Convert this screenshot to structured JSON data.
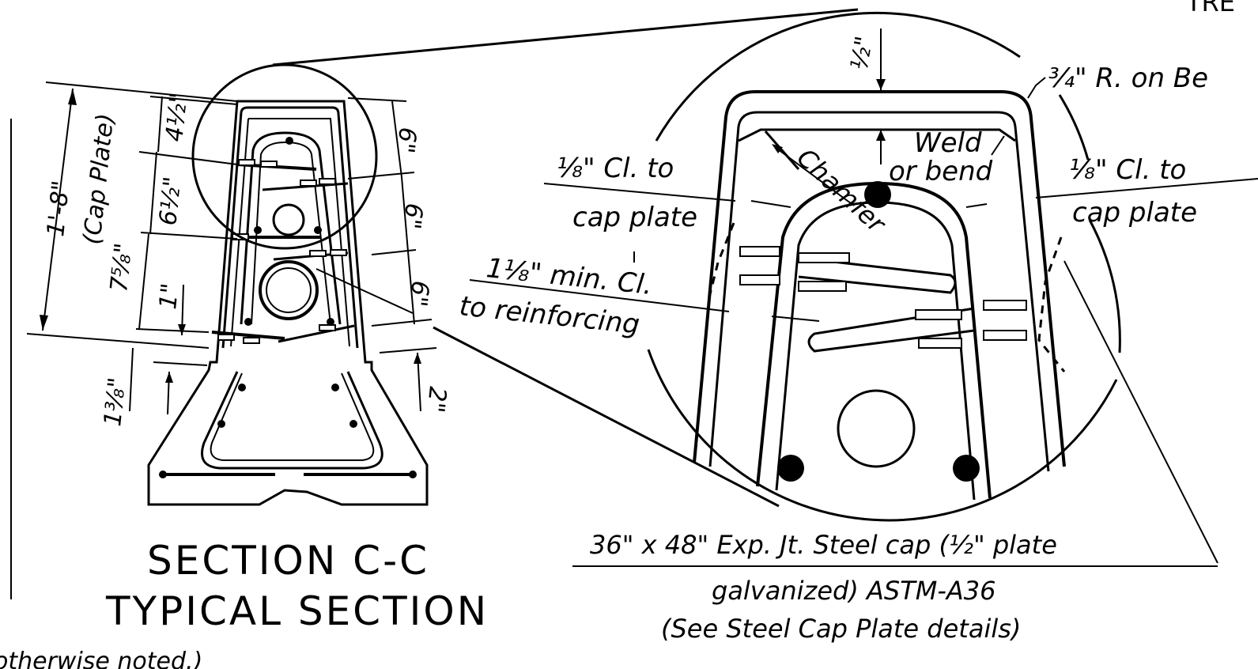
{
  "section": {
    "title": "SECTION C-C",
    "subtitle": "TYPICAL SECTION",
    "dim_total": "1'-8\"",
    "dim_total_note": "(Cap Plate)",
    "dim_a": "4½\"",
    "dim_b": "6½\"",
    "dim_c": "7⅝\"",
    "dim_d": "1\"",
    "dim_e": "1⅜\"",
    "dim_right_1": "6\"",
    "dim_right_2": "6\"",
    "dim_right_3": "6\"",
    "dim_right_4": "2\""
  },
  "detail": {
    "top_dim": "½\"",
    "bend_radius": "¾\" R. on Be",
    "weld_line1": "Weld",
    "weld_line2": "or bend",
    "chamfer": "Chamfer",
    "clear_left_1": "⅛\" Cl. to",
    "clear_left_2": "cap plate",
    "clear_right_1": "⅛\" Cl. to",
    "clear_right_2": "cap plate",
    "min_clear_1": "1⅛\" min. Cl.",
    "min_clear_2": "to reinforcing",
    "cap_note_1": "36\" x 48\" Exp. Jt. Steel cap (½\" plate",
    "cap_note_2": "galvanized) ASTM-A36",
    "cap_note_3": "(See Steel Cap Plate details)"
  },
  "footer": {
    "partial_note": "otherwise noted.)"
  },
  "corner": {
    "partial_text": "TRE"
  }
}
